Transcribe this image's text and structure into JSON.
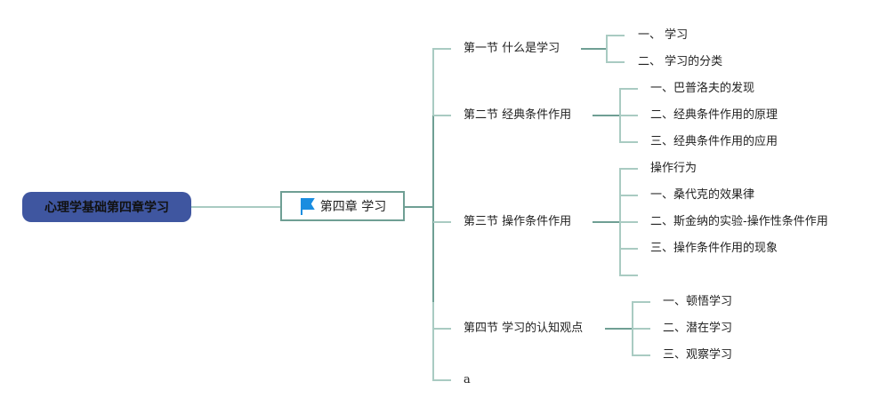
{
  "root": {
    "label": "心理学基础第四章学习",
    "color": "#3f56a0"
  },
  "chapter": {
    "label": "第四章 学习",
    "icon": "flag-icon",
    "icon_color": "#1a8de0"
  },
  "sections": [
    {
      "label": "第一节 什么是学习",
      "children": [
        "一、 学习",
        "二、 学习的分类"
      ]
    },
    {
      "label": "第二节 经典条件作用",
      "children": [
        "一、巴普洛夫的发现",
        "二、经典条件作用的原理",
        "三、经典条件作用的应用"
      ]
    },
    {
      "label": "第三节 操作条件作用",
      "children": [
        "操作行为",
        "一、桑代克的效果律",
        "二、斯金纳的实验-操作性条件作用",
        "三、操作条件作用的现象",
        ""
      ]
    },
    {
      "label": "第四节 学习的认知观点",
      "children": [
        "一、顿悟学习",
        "二、潜在学习",
        "三、观察学习"
      ]
    },
    {
      "label": "a",
      "children": []
    }
  ],
  "line_colors": {
    "dark": "#6f9f94",
    "light": "#a9cbc2"
  }
}
